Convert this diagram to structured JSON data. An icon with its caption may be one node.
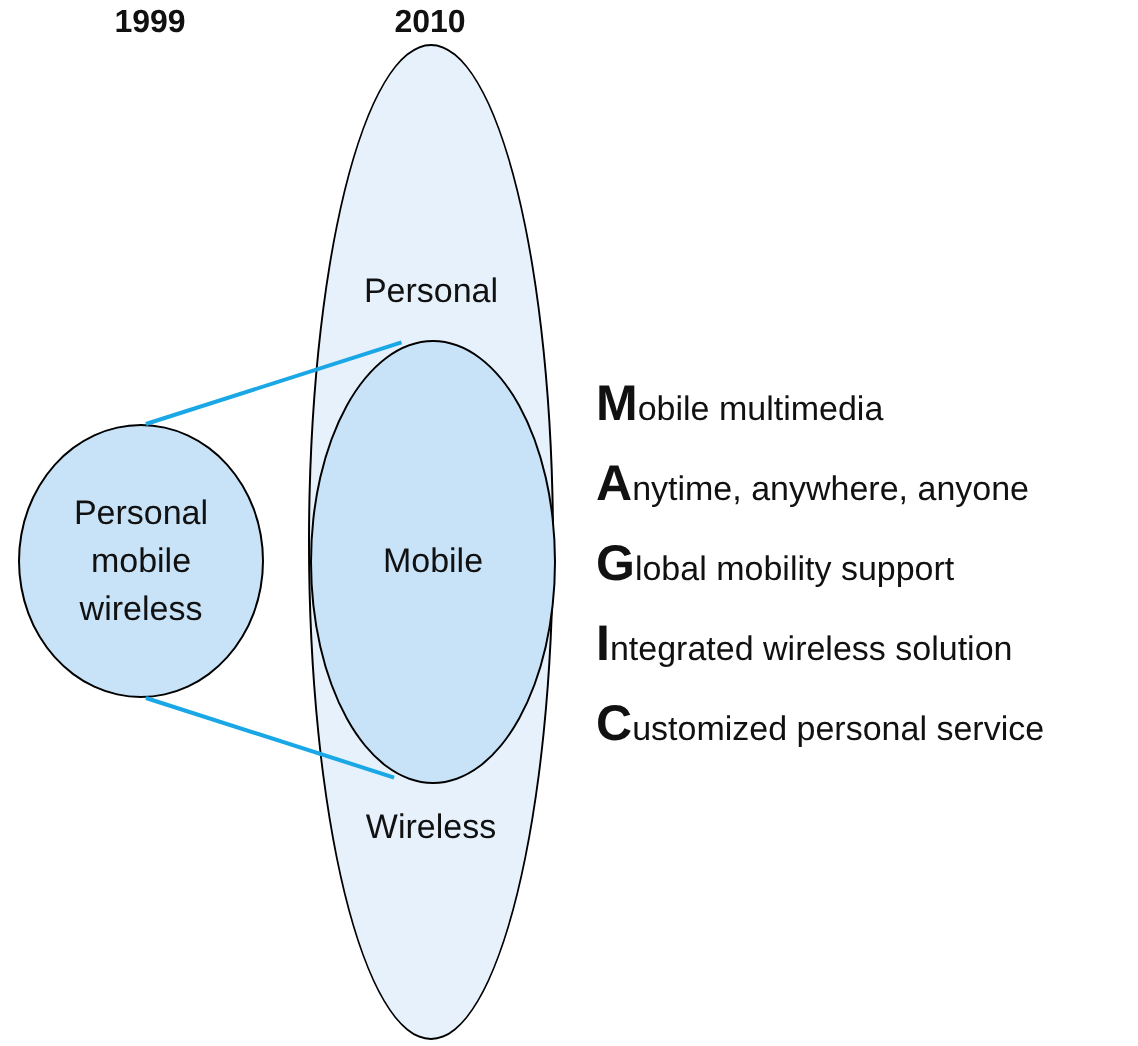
{
  "diagram": {
    "nodes": [
      {
        "text": [
          "Personal",
          "Wireless"
        ]
      },
      {
        "text": [
          "Mobile"
        ],
        "in": 0
      },
      {
        "text": [
          "Personal mobile wireless"
        ]
      }
    ],
    "edges": [
      {
        "from": 2,
        "to": 1,
        "arrow": "none"
      },
      {
        "from": 2,
        "to": 1,
        "arrow": "none"
      }
    ],
    "labels": [
      "1999",
      "2010",
      "**M**obile multimedia",
      "**A**nytime, anywhere, anyone",
      "**G**lobal mobility support",
      "**I**ntegrated wireless solution",
      "**C**ustomized personal service"
    ]
  }
}
